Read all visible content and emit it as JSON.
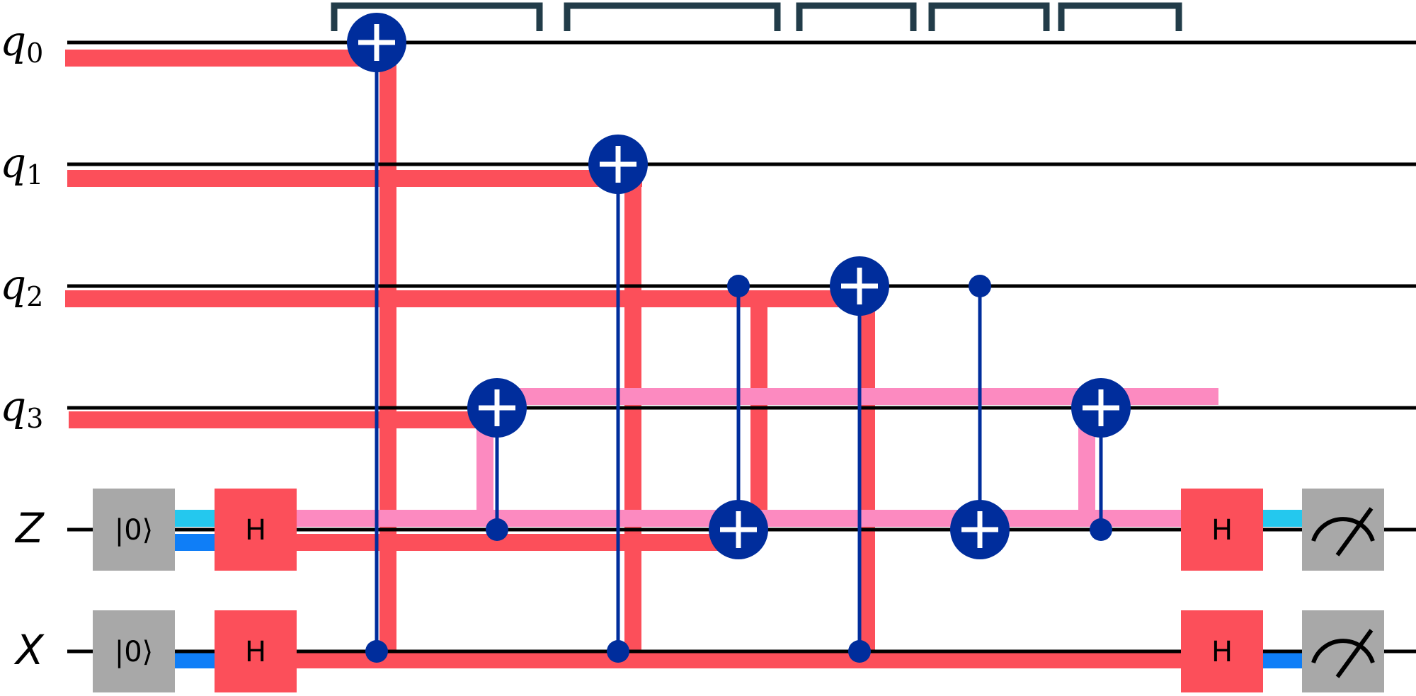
{
  "colors": {
    "wire": "#000000",
    "path_red": "#fc4f5a",
    "path_pink": "#fc8ac0",
    "control": "#002d9c",
    "gate_h": "#fc4f5a",
    "gate_reset": "#a8a8a8",
    "meas_box": "#a8a8a8",
    "cyan": "#24c8ee",
    "blue": "#0f7ef7",
    "bracket": "#223c49"
  },
  "qubits": [
    {
      "name": "q0",
      "base": "q",
      "sub": "0"
    },
    {
      "name": "q1",
      "base": "q",
      "sub": "1"
    },
    {
      "name": "q2",
      "base": "q",
      "sub": "2"
    },
    {
      "name": "q3",
      "base": "q",
      "sub": "3"
    },
    {
      "name": "Z",
      "base": "Z",
      "sub": ""
    },
    {
      "name": "X",
      "base": "X",
      "sub": ""
    }
  ],
  "gates": {
    "reset_label": "|0⟩",
    "hadamard_label": "H"
  },
  "reset_gates": [
    {
      "wire": 4
    },
    {
      "wire": 5
    }
  ],
  "hadamard_gates": [
    {
      "wire": 4,
      "slot": "in"
    },
    {
      "wire": 5,
      "slot": "in"
    },
    {
      "wire": 4,
      "slot": "out"
    },
    {
      "wire": 5,
      "slot": "out"
    }
  ],
  "measurements": [
    {
      "wire": 4,
      "icon": "measure-icon"
    },
    {
      "wire": 5,
      "icon": "measure-icon"
    }
  ],
  "cnots": [
    {
      "control": 5,
      "target": 0
    },
    {
      "control": 4,
      "target": 3
    },
    {
      "control": 5,
      "target": 1
    },
    {
      "control": 2,
      "target": 4
    },
    {
      "control": 5,
      "target": 2
    },
    {
      "control": 2,
      "target": 4
    },
    {
      "control": 4,
      "target": 3
    }
  ],
  "barrier_groups": 5
}
